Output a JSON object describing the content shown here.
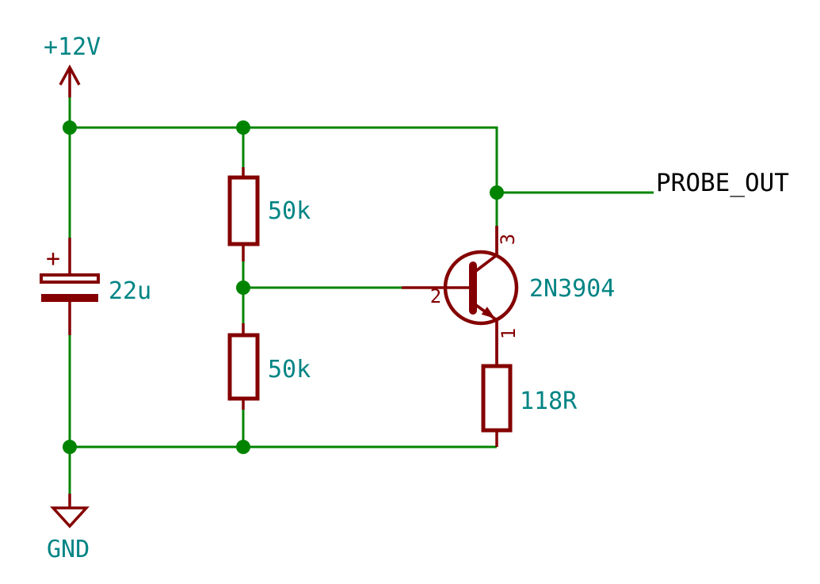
{
  "colors": {
    "background": "#FFFFFF",
    "wire": "#008400",
    "junction": "#008400",
    "component_outline": "#840000",
    "pin_number_text": "#840000",
    "value_text": "#008484",
    "net_label_text": "#000000"
  },
  "labels": {
    "vcc": "+12V",
    "gnd": "GND",
    "probe_out": "PROBE_OUT"
  },
  "components": {
    "capacitor": {
      "value": "22u",
      "polarity": "+"
    },
    "resistor_top": {
      "value": "50k"
    },
    "resistor_bottom": {
      "value": "50k"
    },
    "resistor_emitter": {
      "value": "118R"
    },
    "transistor": {
      "value": "2N3904",
      "pins": {
        "emitter": "1",
        "base": "2",
        "collector": "3"
      }
    }
  }
}
